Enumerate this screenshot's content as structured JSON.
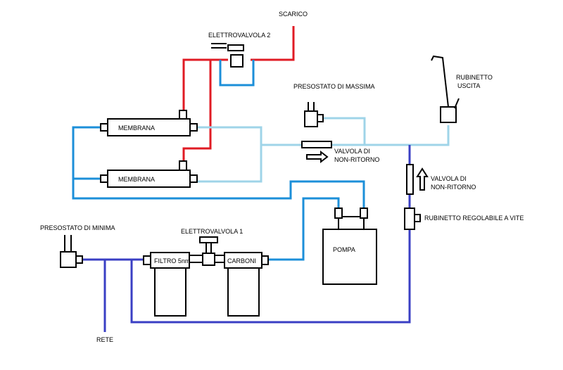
{
  "colors": {
    "discharge": "#e01b24",
    "treated": "#1c8fd9",
    "permeate": "#9fd4e8",
    "feed": "#3a3fc4",
    "outline": "#000000"
  },
  "labels": {
    "scarico": "SCARICO",
    "elettrovalvola_2": "ELETTROVALVOLA 2",
    "presostato_massima": "PRESOSTATO DI MASSIMA",
    "rubinetto_uscita_1": "RUBINETTO",
    "rubinetto_uscita_2": "USCITA",
    "membrana_top": "MEMBRANA",
    "membrana_bottom": "MEMBRANA",
    "valvola_nr_h_1": "VALVOLA DI",
    "valvola_nr_h_2": "NON-RITORNO",
    "valvola_nr_v_1": "VALVOLA DI",
    "valvola_nr_v_2": "NON-RITORNO",
    "rubinetto_regolabile": "RUBINETTO REGOLABILE A VITE",
    "presostato_minima": "PRESOSTATO DI MINIMA",
    "elettrovalvola_1": "ELETTROVALVOLA  1",
    "filtro": "FILTRO 5nm",
    "carboni": "CARBONI",
    "pompa": "POMPA",
    "rete": "RETE"
  }
}
